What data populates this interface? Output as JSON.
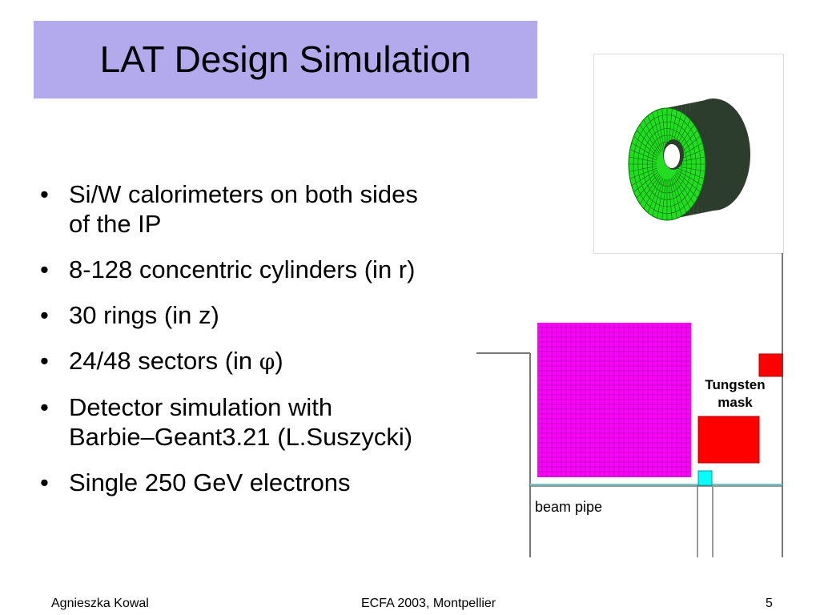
{
  "slide": {
    "title": "LAT Design Simulation",
    "bullets": [
      {
        "line1": "Si/W calorimeters on both sides",
        "line2": "of the IP"
      },
      {
        "line1": "8-128 concentric cylinders (in r)",
        "line2": ""
      },
      {
        "line1": "30 rings (in z)",
        "line2": ""
      },
      {
        "prefix": "24/48 sectors (in ",
        "symbol": "φ",
        "suffix": ")"
      },
      {
        "line1": "Detector simulation with",
        "line2": "Barbie–Geant3.21 (L.Suszycki)"
      },
      {
        "line1": "Single 250 GeV electrons",
        "line2": ""
      }
    ],
    "bullet_marker": "•"
  },
  "diagram": {
    "tungsten_label_line1": "Tungsten",
    "tungsten_label_line2": "mask",
    "beam_pipe_label": "beam pipe",
    "colors": {
      "calorimeter": "#ff00ff",
      "calorimeter_grid": "#8a1f8a",
      "mask": "#ff0000",
      "beam_pipe_block": "#00ffff",
      "beam_pipe_line": "#66cccc",
      "lines": "#777777",
      "render_face": "#22dd22",
      "render_side": "#2d3d2d"
    }
  },
  "footer": {
    "author": "Agnieszka Kowal",
    "conference": "ECFA 2003, Montpellier",
    "page": "5"
  }
}
